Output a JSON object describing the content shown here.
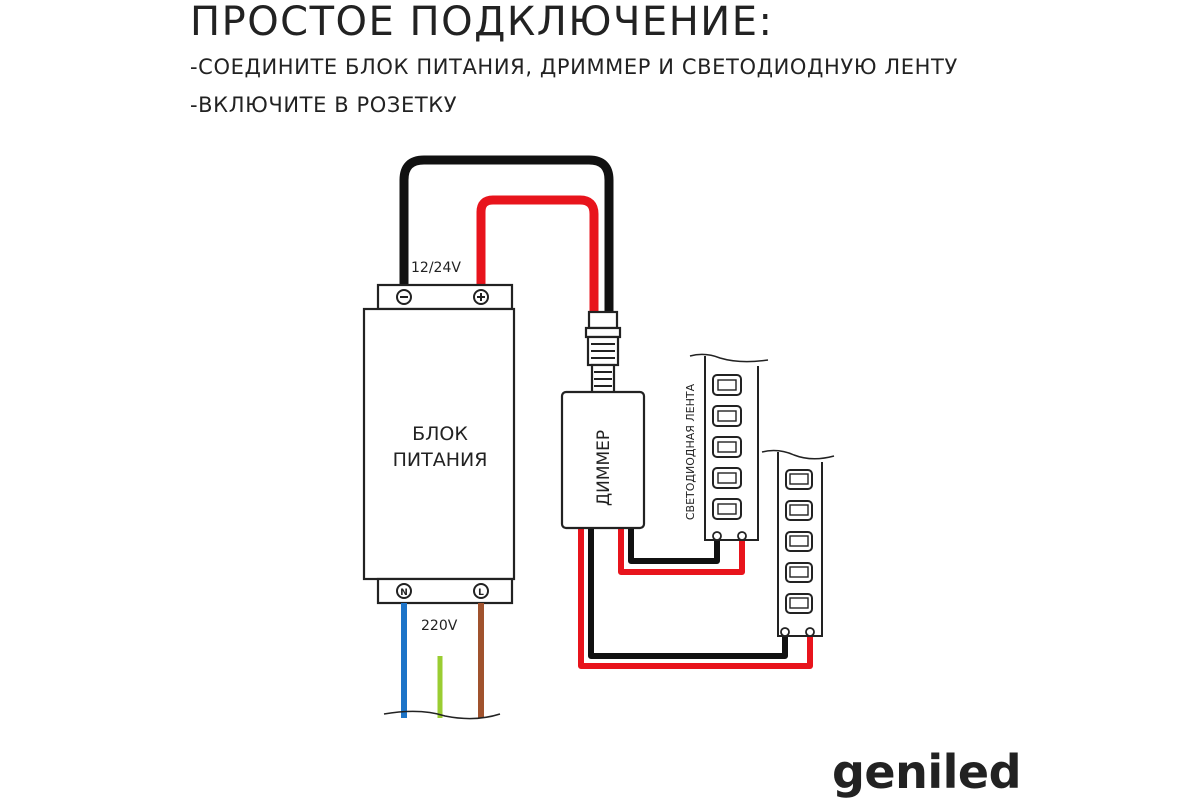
{
  "title": "ПРОСТОЕ ПОДКЛЮЧЕНИЕ:",
  "steps": [
    "-СОЕДИНИТЕ БЛОК ПИТАНИЯ, ДРИММЕР И СВЕТОДИОДНУЮ ЛЕНТУ",
    "-ВКЛЮЧИТЕ В РОЗЕТКУ"
  ],
  "diagram": {
    "voltage_dc": "12/24V",
    "voltage_ac": "220V",
    "psu_label_line1": "БЛОК",
    "psu_label_line2": "ПИТАНИЯ",
    "dimmer_label": "ДИММЕР",
    "strip_label": "СВЕТОДИОДНАЯ ЛЕНТА",
    "terminal_minus": "minus-symbol",
    "terminal_plus": "plus-symbol",
    "terminal_n": "N",
    "terminal_l": "L"
  },
  "colors": {
    "wire_black": "#111111",
    "wire_red": "#e8141c",
    "wire_blue": "#1d74c8",
    "wire_brown": "#a0522d",
    "wire_ground": "#9acd32",
    "outline": "#222222"
  },
  "logo": "geniled"
}
